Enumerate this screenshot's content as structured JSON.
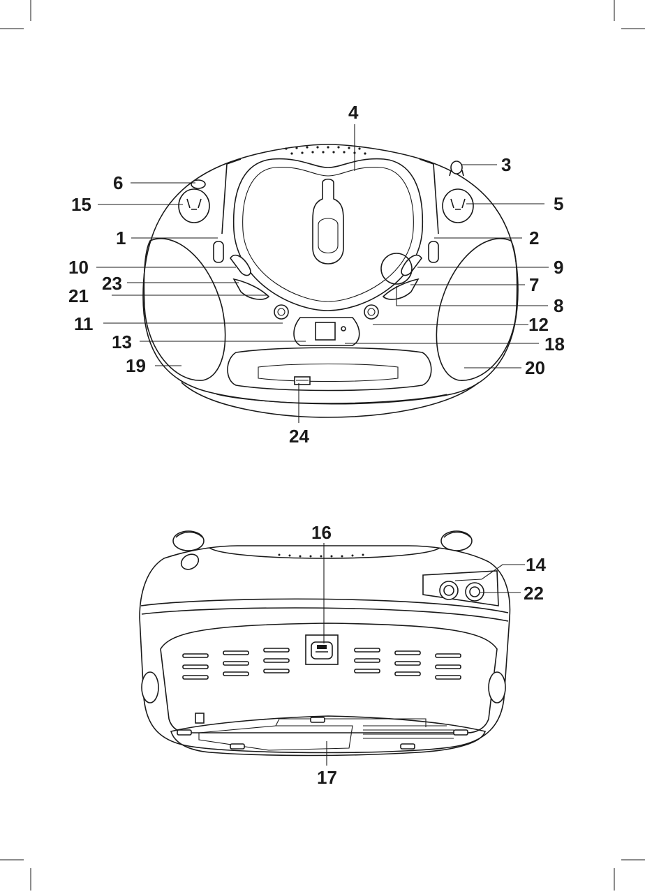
{
  "front_view": {
    "callouts": [
      {
        "id": "4",
        "text": "4"
      },
      {
        "id": "3",
        "text": "3"
      },
      {
        "id": "6",
        "text": "6"
      },
      {
        "id": "15",
        "text": "15"
      },
      {
        "id": "5",
        "text": "5"
      },
      {
        "id": "1",
        "text": "1"
      },
      {
        "id": "2",
        "text": "2"
      },
      {
        "id": "10",
        "text": "10"
      },
      {
        "id": "9",
        "text": "9"
      },
      {
        "id": "23",
        "text": "23"
      },
      {
        "id": "7",
        "text": "7"
      },
      {
        "id": "21",
        "text": "21"
      },
      {
        "id": "8",
        "text": "8"
      },
      {
        "id": "11",
        "text": "11"
      },
      {
        "id": "12",
        "text": "12"
      },
      {
        "id": "13",
        "text": "13"
      },
      {
        "id": "18",
        "text": "18"
      },
      {
        "id": "19",
        "text": "19"
      },
      {
        "id": "20",
        "text": "20"
      },
      {
        "id": "24",
        "text": "24"
      }
    ]
  },
  "rear_view": {
    "callouts": [
      {
        "id": "16",
        "text": "16"
      },
      {
        "id": "14",
        "text": "14"
      },
      {
        "id": "22",
        "text": "22"
      },
      {
        "id": "17",
        "text": "17"
      }
    ]
  }
}
